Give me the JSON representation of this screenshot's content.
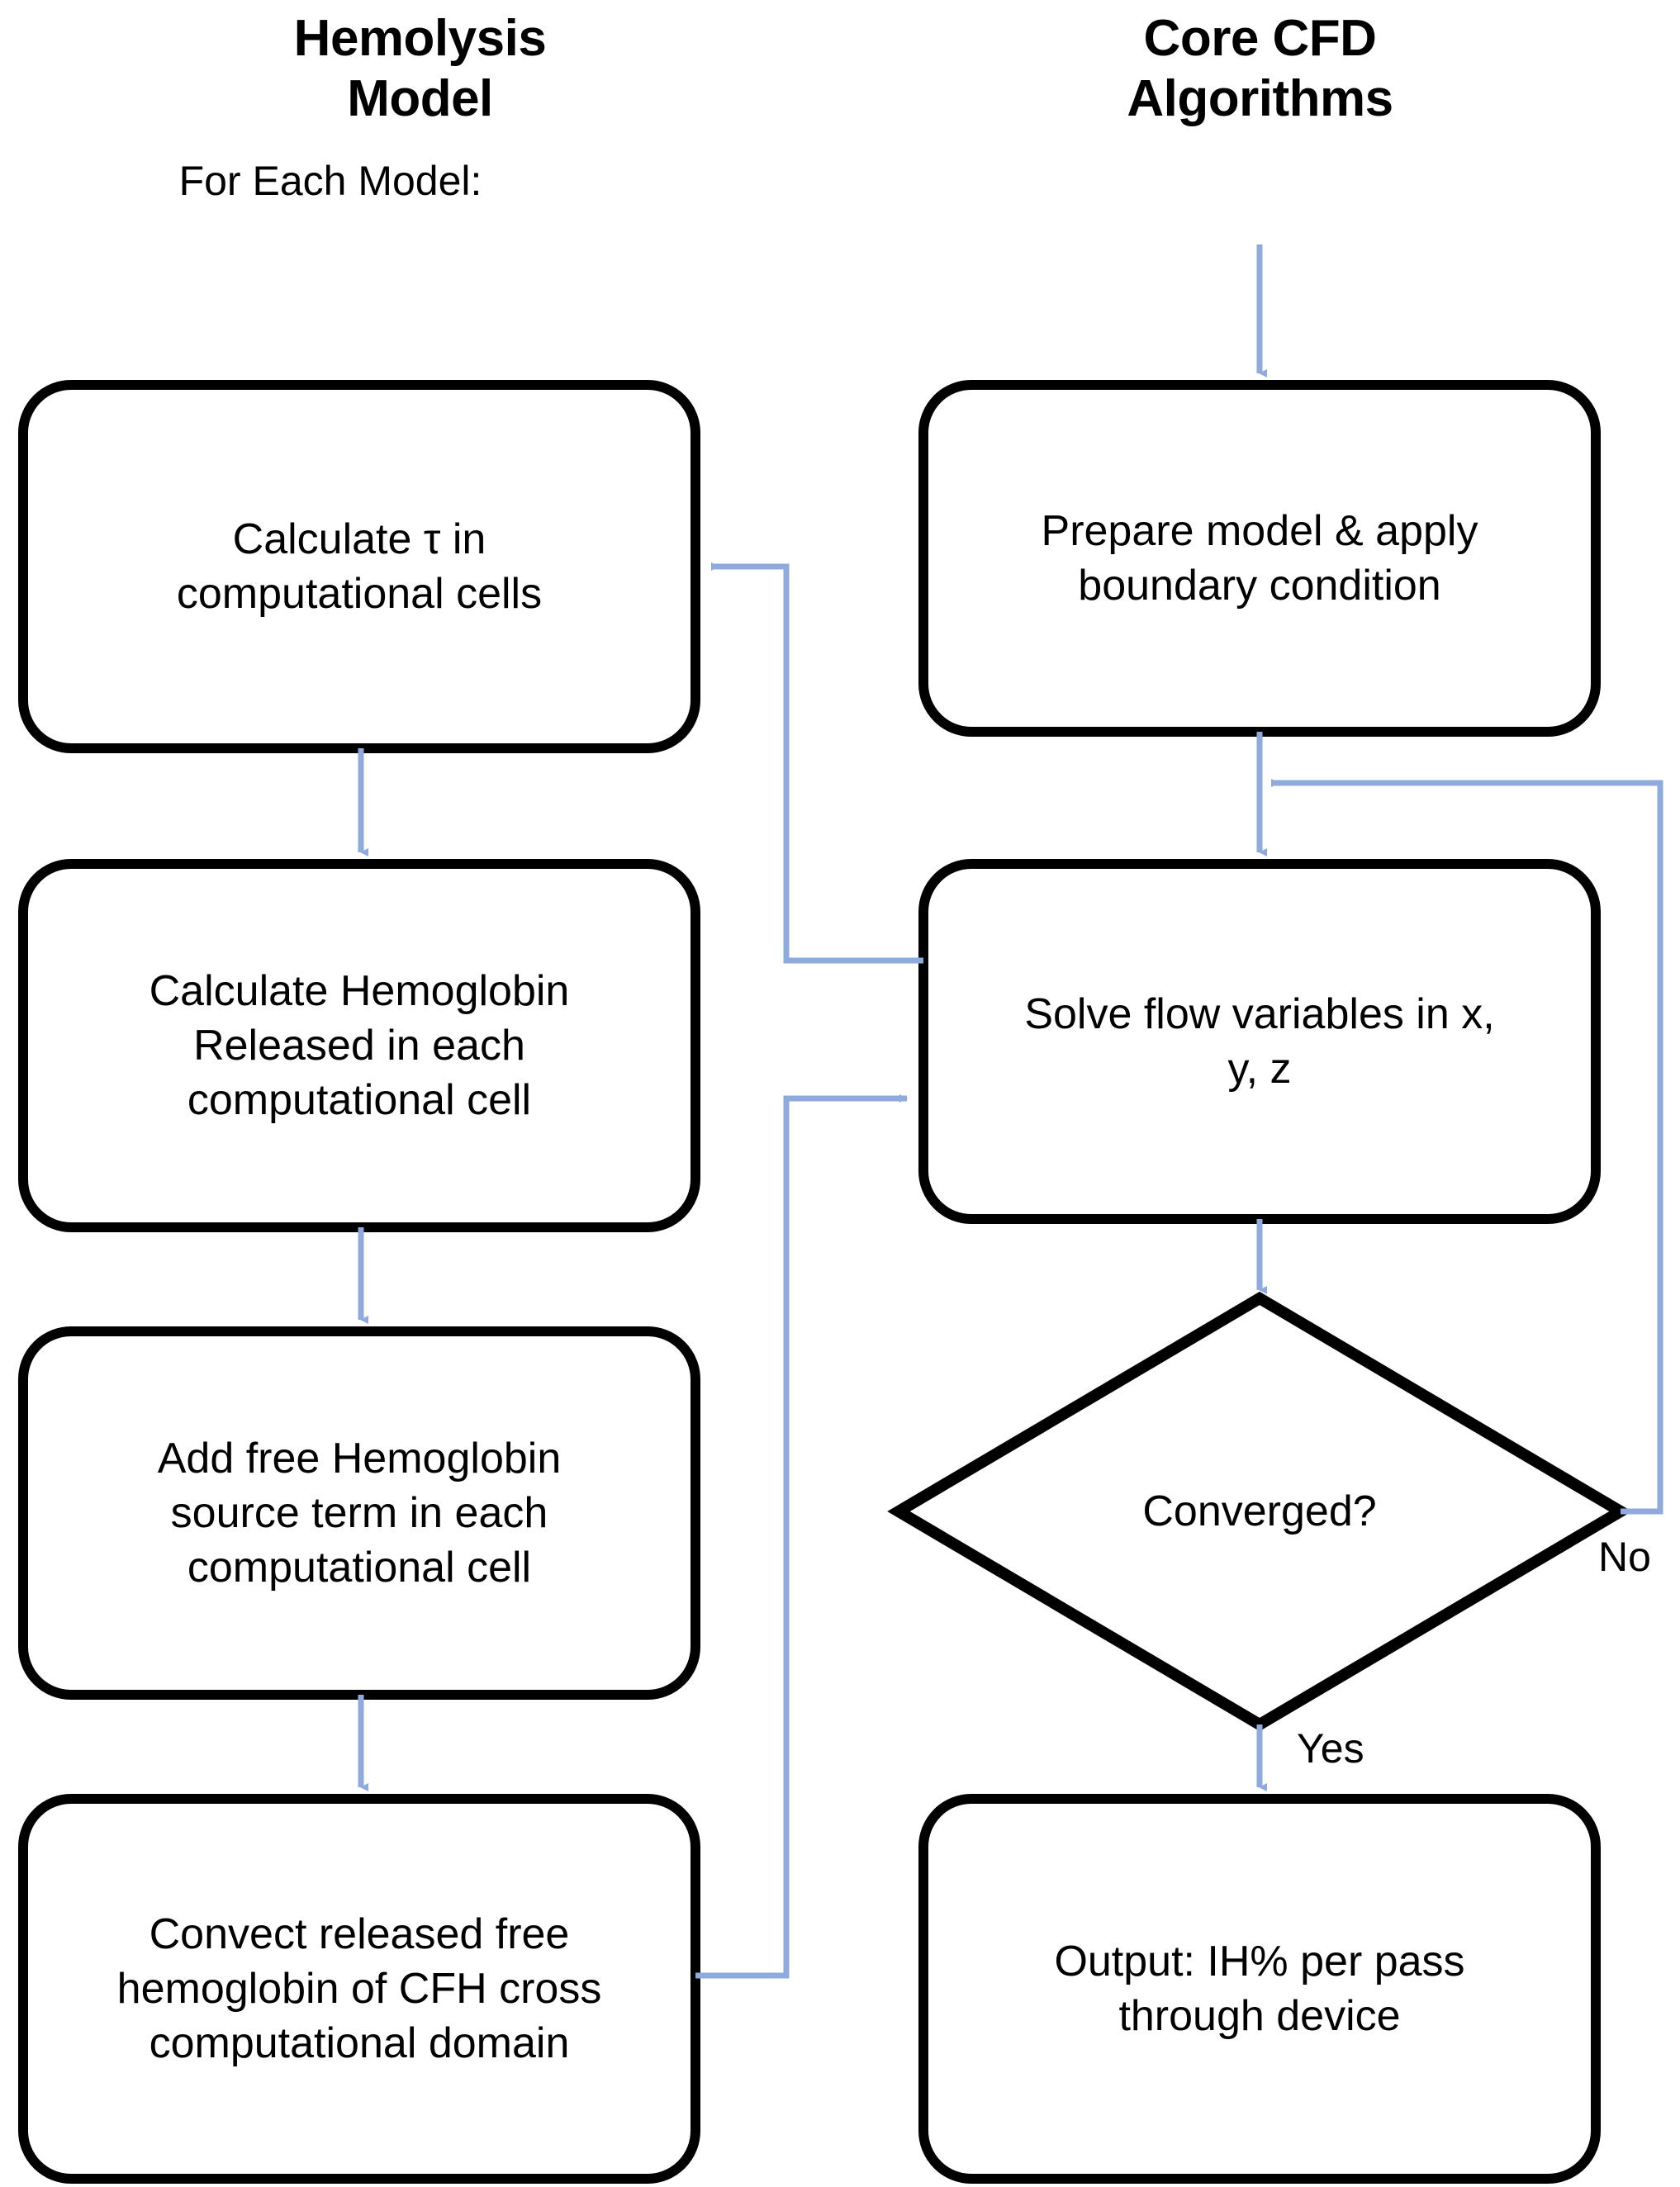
{
  "diagram": {
    "title_left": "Hemolysis\nModel",
    "title_right": "Core CFD\nAlgorithms",
    "caption_left": "For Each Model:",
    "colors": {
      "node_stroke": "#000000",
      "node_fill": "#ffffff",
      "connector": "#8FAADC",
      "text": "#000000",
      "background": "#ffffff"
    },
    "nodes": [
      {
        "id": "calc-tau",
        "shape": "rounded-rect",
        "column": "left",
        "label": "Calculate τ in\ncomputational cells"
      },
      {
        "id": "calc-hb-released",
        "shape": "rounded-rect",
        "column": "left",
        "label": "Calculate Hemoglobin\nReleased in each\ncomputational cell"
      },
      {
        "id": "add-hb-source",
        "shape": "rounded-rect",
        "column": "left",
        "label": "Add free Hemoglobin\nsource term in each\ncomputational cell"
      },
      {
        "id": "convect-cfh",
        "shape": "rounded-rect",
        "column": "left",
        "label": "Convect released free\nhemoglobin of CFH cross\ncomputational domain"
      },
      {
        "id": "prepare-model",
        "shape": "rounded-rect",
        "column": "right",
        "label": "Prepare model & apply\nboundary condition"
      },
      {
        "id": "solve-flow",
        "shape": "rounded-rect",
        "column": "right",
        "label": "Solve flow variables in x,\ny, z"
      },
      {
        "id": "converged",
        "shape": "diamond",
        "column": "right",
        "label": "Converged?"
      },
      {
        "id": "output-ih",
        "shape": "rounded-rect",
        "column": "right",
        "label": "Output: IH% per pass\nthrough device"
      }
    ],
    "edge_labels": {
      "no": "No",
      "yes": "Yes"
    }
  }
}
